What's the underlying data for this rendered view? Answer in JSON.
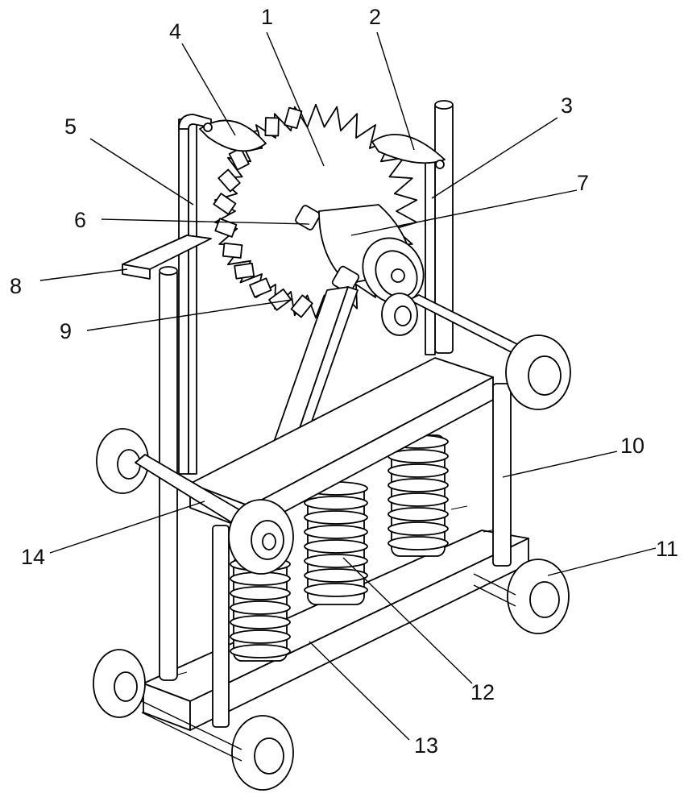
{
  "figure": {
    "labels": [
      "1",
      "2",
      "3",
      "4",
      "5",
      "6",
      "7",
      "8",
      "9",
      "10",
      "11",
      "12",
      "13",
      "14"
    ]
  },
  "colors": {
    "ink": "#000000",
    "background": "#ffffff"
  }
}
